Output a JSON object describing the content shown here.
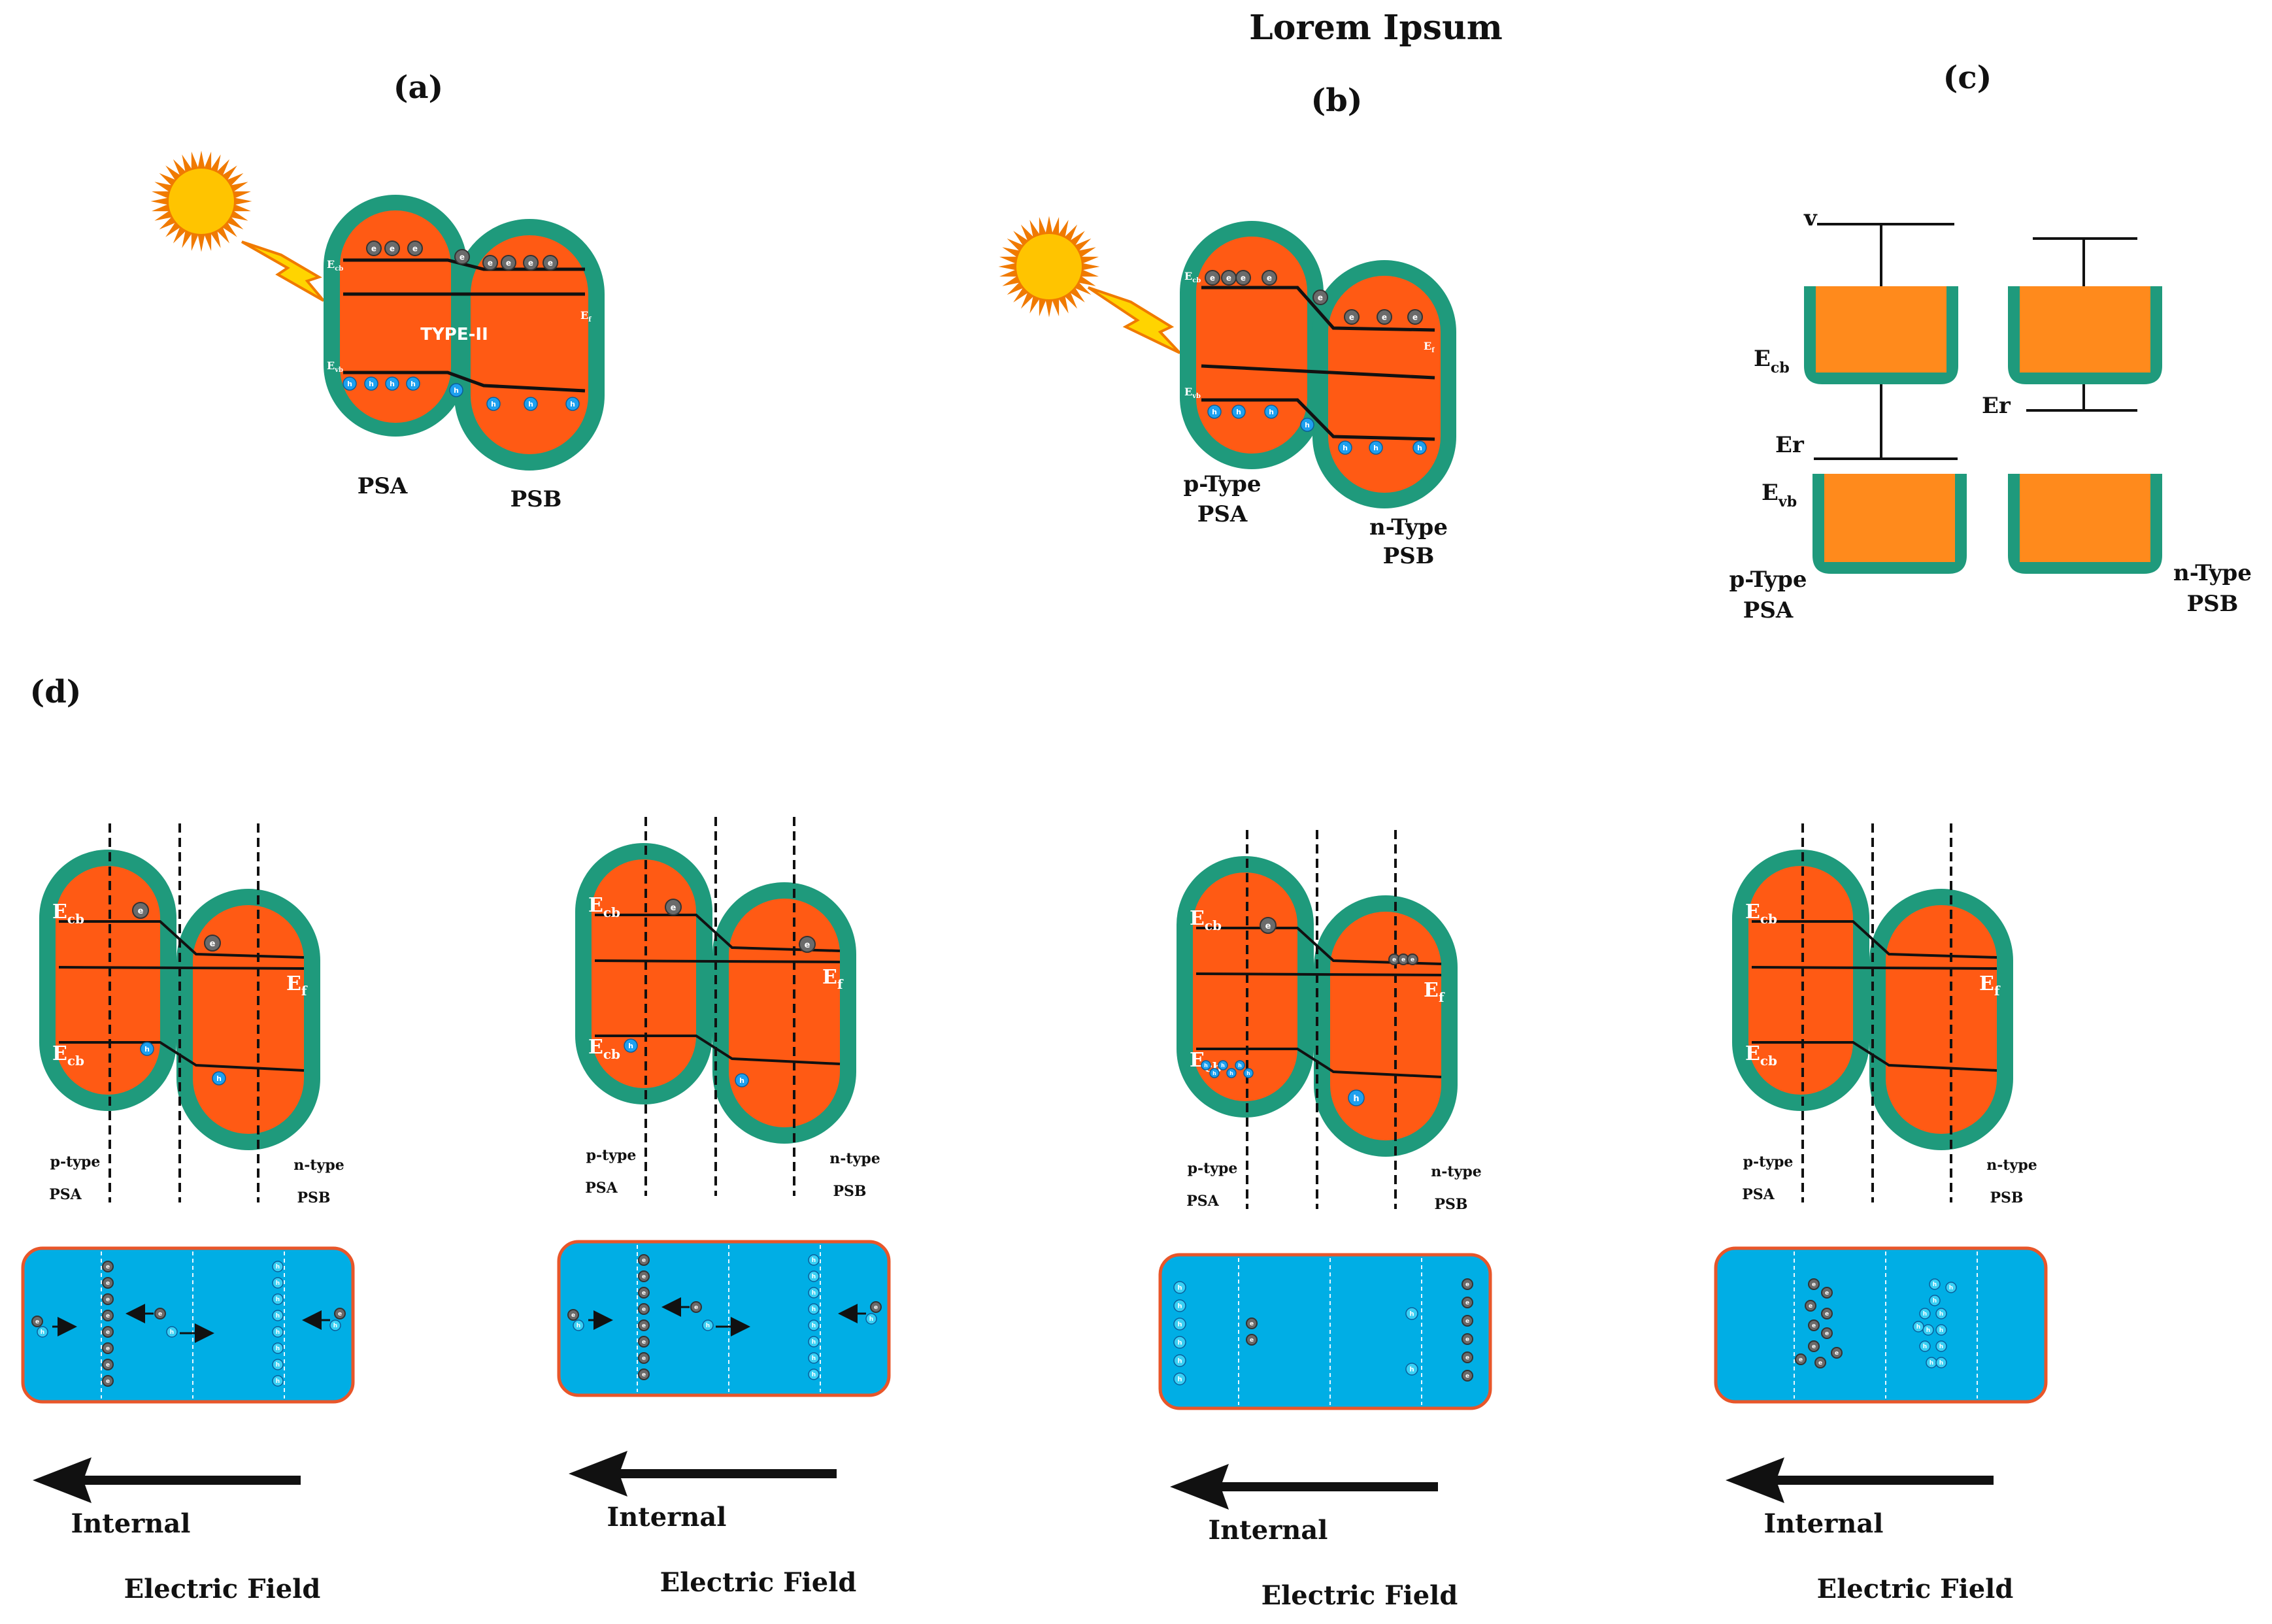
{
  "title": "Lorem Ipsum",
  "panels": {
    "a": {
      "tag": "(a)",
      "left_label": "PSA",
      "right_label": "PSB",
      "center_text": "TYPE-II",
      "e_cb": "E",
      "e_cb_sub": "cb",
      "e_vb": "E",
      "e_vb_sub": "vb",
      "e_f": "E",
      "e_f_sub": "f"
    },
    "b": {
      "tag": "(b)",
      "left_label_1": "p-Type",
      "left_label_2": "PSA",
      "right_label_1": "n-Type",
      "right_label_2": "PSB",
      "e_cb": "E",
      "e_cb_sub": "cb",
      "e_vb": "E",
      "e_vb_sub": "vb",
      "e_f": "E",
      "e_f_sub": "f"
    },
    "c": {
      "tag": "(c)",
      "v_label": "v",
      "ecb": "E",
      "ecb_sub": "cb",
      "evb": "E",
      "evb_sub": "vb",
      "er_left": "Er",
      "er_right": "Er",
      "left_label_1": "p-Type",
      "left_label_2": "PSA",
      "right_label_1": "n-Type",
      "right_label_2": "PSB"
    },
    "d": {
      "tag": "(d)",
      "ecb": "E",
      "ecb_sub": "cb",
      "ef": "E",
      "ef_sub": "f",
      "p_type": "p-type",
      "psa": "PSA",
      "n_type": "n-type",
      "psb": "PSB",
      "field_1": "Internal",
      "field_2": "Electric Field"
    }
  },
  "carriers": {
    "electron": "e",
    "hole": "h"
  },
  "colors": {
    "shell": "#1f9a7c",
    "core": "#ff5a14",
    "core_c": "#ff8a1c",
    "box_fill": "#00aee5",
    "box_border": "#e8562a",
    "electron": "#6b6b6b",
    "hole": "#1ea0ef",
    "hole_light": "#39d0f4",
    "sun_core": "#ffc400",
    "sun_rays": "#f07a00",
    "bolt": "#ffd400"
  }
}
